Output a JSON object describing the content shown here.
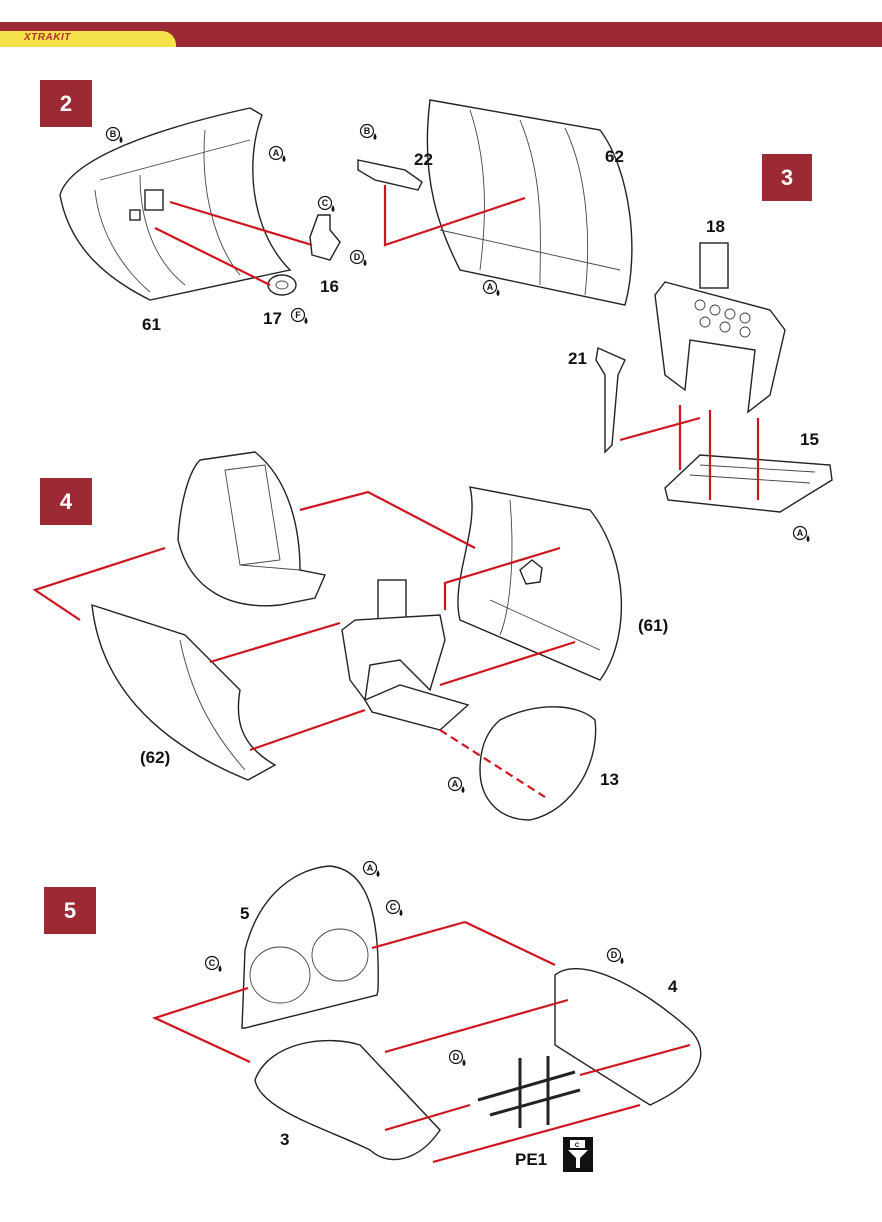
{
  "header": {
    "brand": "XTRAKIT",
    "colors": {
      "bar": "#9b2a35",
      "tab": "#f5e14a",
      "arrow": "#d0141c"
    }
  },
  "steps": [
    "2",
    "3",
    "4",
    "5"
  ],
  "part_labels": {
    "p61": "61",
    "p17": "17",
    "p16": "16",
    "p22": "22",
    "p62": "62",
    "p18": "18",
    "p21": "21",
    "p15": "15",
    "p61ref": "(61)",
    "p62ref": "(62)",
    "p13": "13",
    "p5": "5",
    "p4": "4",
    "p3": "3",
    "pe1": "PE1"
  },
  "pe1_badge": "C",
  "glue_callouts": [
    "A",
    "B",
    "C",
    "D",
    "F",
    "B",
    "A",
    "A",
    "A",
    "A",
    "C",
    "C",
    "D",
    "D"
  ]
}
